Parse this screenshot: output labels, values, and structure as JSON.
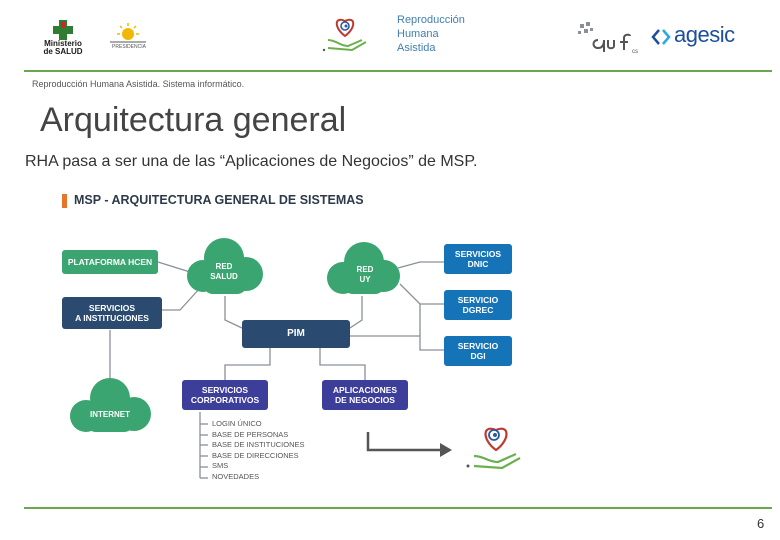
{
  "header": {
    "msp_logo_text": [
      "Ministerio",
      "de SALUD"
    ],
    "gov_logo_text": "PRESIDENCIA",
    "rha_title_lines": [
      "Reproducción",
      "Humana",
      "Asistida"
    ],
    "agesic_text": "agesic"
  },
  "subtitle": "Reproducción Humana Asistida. Sistema informático.",
  "title": "Arquitectura general",
  "intro": "RHA pasa a ser una de las “Aplicaciones de Negocios” de MSP.",
  "diagram": {
    "section_title": "MSP - ARQUITECTURA GENERAL DE SISTEMAS",
    "nodes": {
      "plataforma": "PLATAFORMA HCEN",
      "servicios_inst": [
        "SERVICIOS",
        "A INSTITUCIONES"
      ],
      "internet": "INTERNET",
      "red_salud": [
        "RED",
        "SALUD"
      ],
      "red_uy": [
        "RED",
        "UY"
      ],
      "pim": "PIM",
      "serv_dnic": [
        "SERVICIOS",
        "DNIC"
      ],
      "serv_dgrec": [
        "SERVICIO",
        "DGREC"
      ],
      "serv_dgi": [
        "SERVICIO",
        "DGI"
      ],
      "serv_corp": [
        "SERVICIOS",
        "CORPORATIVOS"
      ],
      "aplicaciones": [
        "APLICACIONES",
        "DE NEGOCIOS"
      ]
    },
    "corp_list": [
      "LOGIN ÚNICO",
      "BASE DE PERSONAS",
      "BASE DE INSTITUCIONES",
      "BASE DE DIRECCIONES",
      "SMS",
      "NOVEDADES"
    ]
  },
  "colors": {
    "green": "#3aa570",
    "blue": "#1573b8",
    "navy": "#2a4b6f",
    "purple": "#3d3d9a",
    "accent": "#6aa84f"
  },
  "icons": [
    "msp-logo-icon",
    "government-seal-icon",
    "rha-heart-hand-icon",
    "guf-logo-icon",
    "agesic-logo-icon",
    "arrow-right-icon"
  ],
  "page_number": "6"
}
